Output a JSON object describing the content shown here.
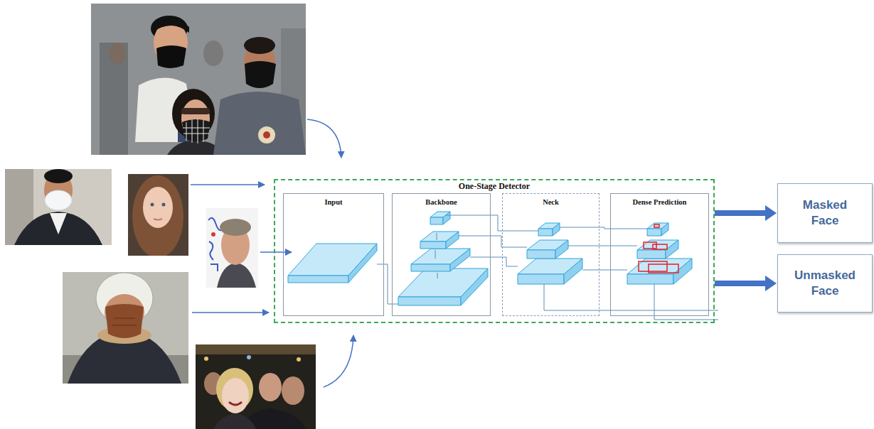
{
  "diagram": {
    "nodes": [
      {
        "text": [
          "One-Stage Detector"
        ]
      },
      {
        "text": [
          "Input"
        ],
        "in": 0
      },
      {
        "text": [
          "Backbone"
        ],
        "in": 0
      },
      {
        "text": [
          "Neck"
        ],
        "in": 0
      },
      {
        "text": [
          "Dense Prediction"
        ],
        "in": 0
      },
      {
        "text": [
          "Masked Face"
        ]
      },
      {
        "text": [
          "Unmasked Face"
        ]
      }
    ],
    "edges": [
      {
        "from": 0,
        "to": 5,
        "arrow": "to"
      },
      {
        "from": 0,
        "to": 6,
        "arrow": "to"
      }
    ]
  }
}
